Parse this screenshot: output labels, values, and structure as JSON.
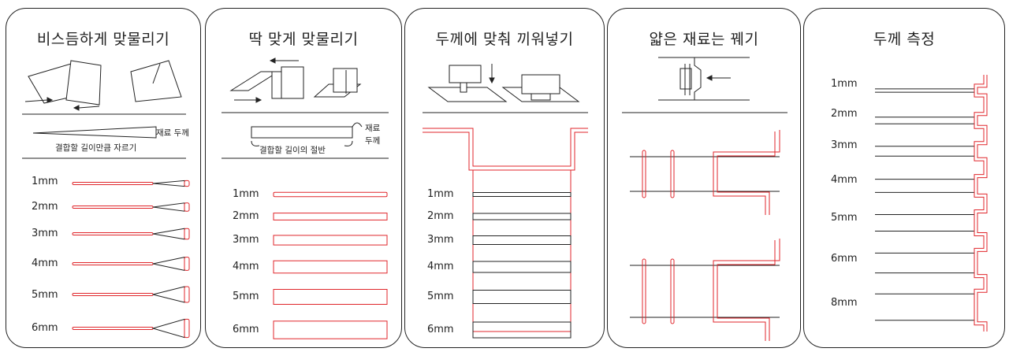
{
  "cards": [
    {
      "title": "비스듬하게 맞물리기",
      "note_thickness": "재료 두께",
      "note_cut": "결합할 길이만큼 자르기",
      "sizes": [
        "1mm",
        "2mm",
        "3mm",
        "4mm",
        "5mm",
        "6mm"
      ]
    },
    {
      "title": "딱 맞게 맞물리기",
      "note_thickness_1": "재료",
      "note_thickness_2": "두께",
      "note_half": "결합할 길이의 절반",
      "sizes": [
        "1mm",
        "2mm",
        "3mm",
        "4mm",
        "5mm",
        "6mm"
      ]
    },
    {
      "title": "두께에 맞춰 끼워넣기",
      "sizes": [
        "1mm",
        "2mm",
        "3mm",
        "4mm",
        "5mm",
        "6mm"
      ]
    },
    {
      "title": "얇은 재료는 꿰기"
    },
    {
      "title": "두께 측정",
      "sizes": [
        "1mm",
        "2mm",
        "3mm",
        "4mm",
        "5mm",
        "6mm",
        "8mm"
      ]
    }
  ],
  "colors": {
    "outline": "#222222",
    "accent": "#e0262b"
  }
}
